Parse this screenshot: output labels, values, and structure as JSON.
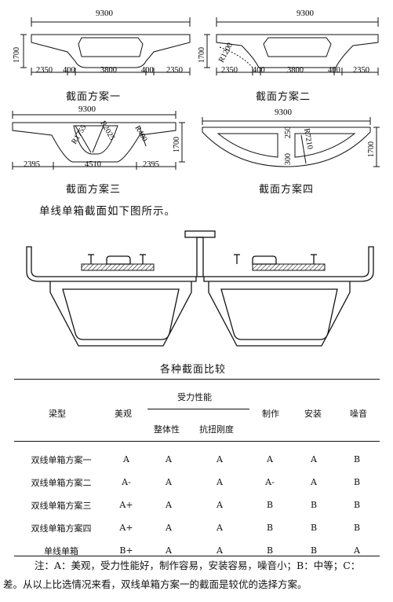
{
  "figures": {
    "f1": {
      "top": "9300",
      "left_h": "1700",
      "bottom": [
        "2350",
        "400",
        "3800",
        "400",
        "2350"
      ],
      "caption": "截面方案一"
    },
    "f2": {
      "top": "9300",
      "left_h": "1700",
      "radius": "R1200",
      "bottom": [
        "2350",
        "400",
        "3800",
        "400",
        "2350"
      ],
      "caption": "截面方案二"
    },
    "f3": {
      "top": "9300",
      "r1": "R1755",
      "r2": "R2025",
      "r3": "R400",
      "right_h": "1700",
      "bottom": [
        "2395",
        "4510",
        "2395"
      ],
      "caption": "截面方案三"
    },
    "f4": {
      "top": "9300",
      "d1": "250",
      "d2": "300",
      "radius": "R7210",
      "right_h": "1700",
      "caption": "截面方案四"
    }
  },
  "intro": "单线单箱截面如下图所示。",
  "table": {
    "title": "各种截面比较",
    "h_type": "梁型",
    "h_look": "美观",
    "h_force": "受力性能",
    "h_whole": "整体性",
    "h_torsion": "抗扭刚度",
    "h_make": "制作",
    "h_install": "安装",
    "h_noise": "噪音",
    "rows": [
      [
        "双线单箱方案一",
        "A",
        "A",
        "A",
        "A",
        "A",
        "B"
      ],
      [
        "双线单箱方案二",
        "A-",
        "A",
        "A",
        "A-",
        "A",
        "B"
      ],
      [
        "双线单箱方案三",
        "A+",
        "A",
        "A",
        "B",
        "B",
        "B"
      ],
      [
        "双线单箱方案四",
        "A+",
        "A",
        "A",
        "B",
        "B",
        "B"
      ],
      [
        "单线单箱",
        "B+",
        "A",
        "A",
        "B",
        "B",
        "A"
      ]
    ]
  },
  "note_line1": "注：A：美观，受力性能好，制作容易，安装容易，噪音小；B：中等；C：",
  "note_line2": "差。从以上比选情况来看，双线单箱方案一的截面是较优的选择方案。"
}
